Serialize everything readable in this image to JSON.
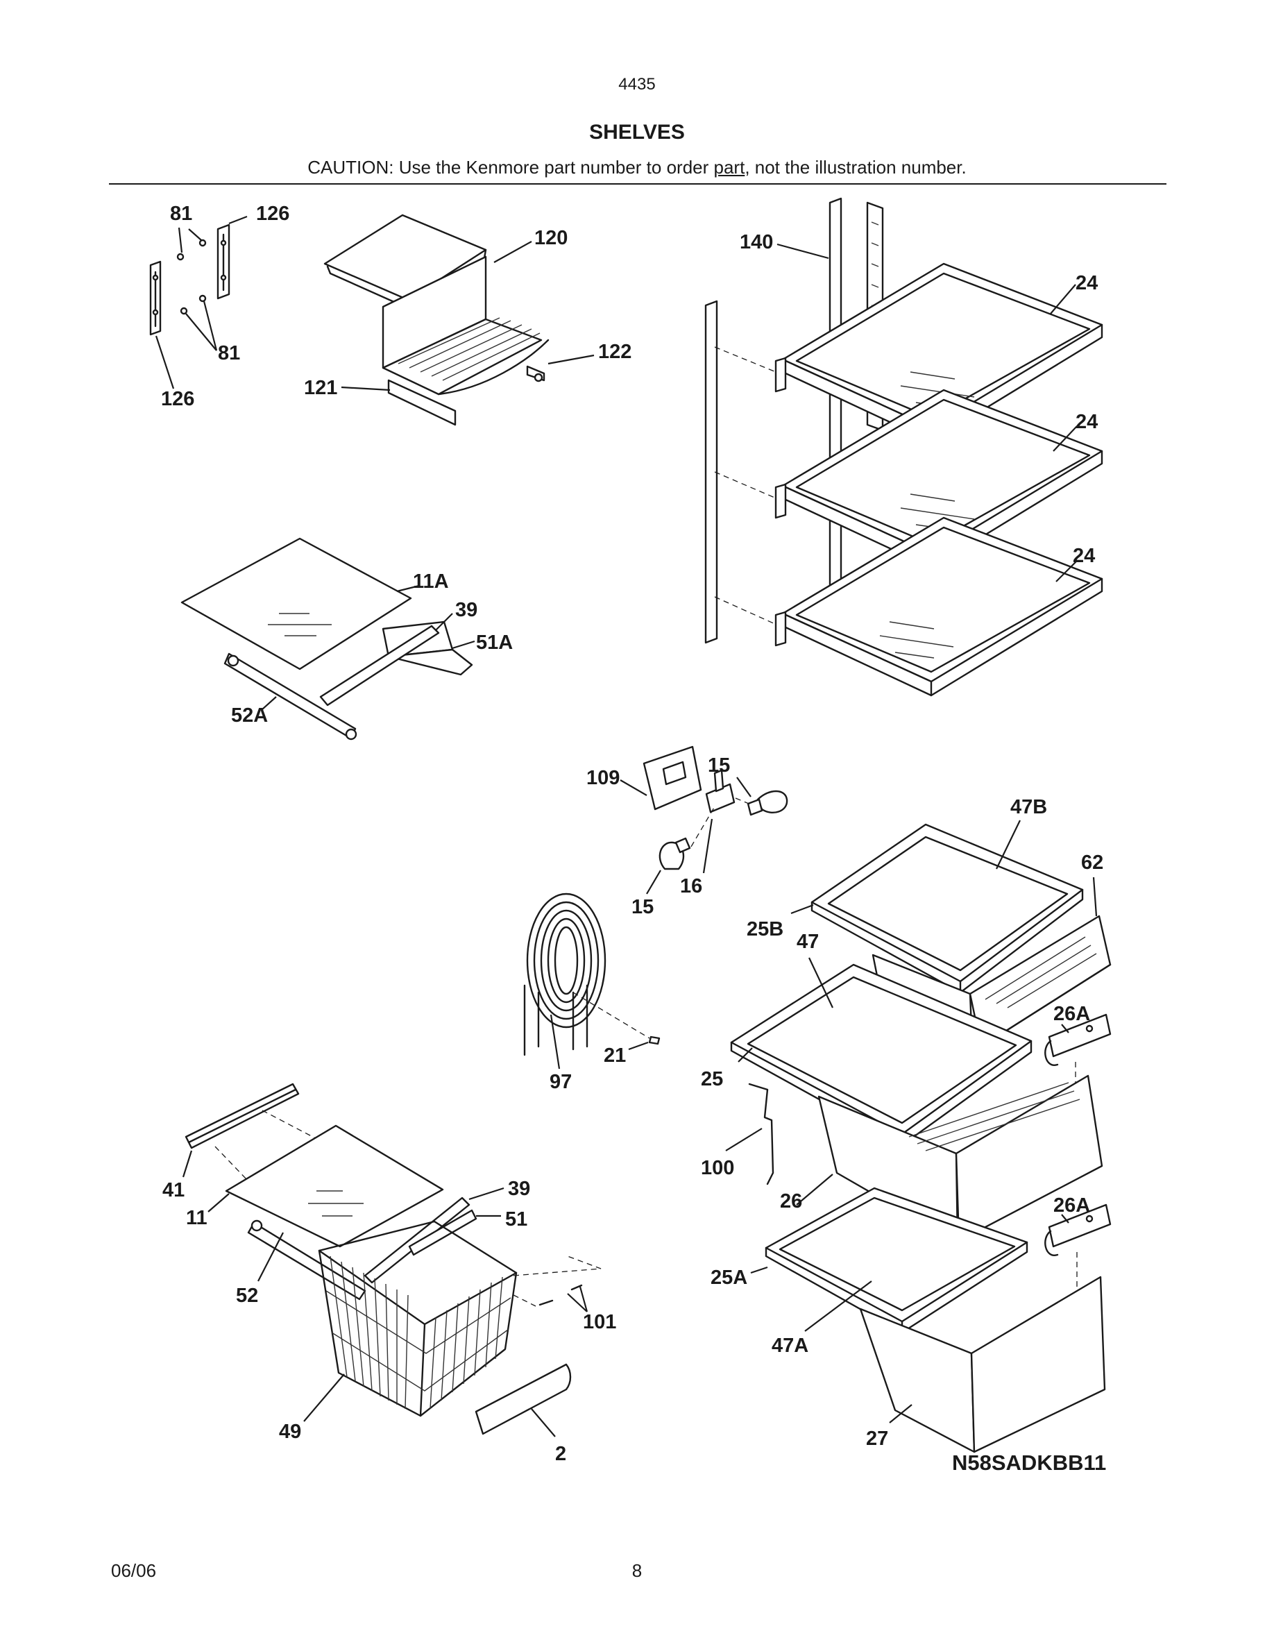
{
  "header": {
    "page_code": "4435",
    "title": "SHELVES",
    "caution_before": "CAUTION: Use the Kenmore part number to order ",
    "caution_underlined": "part",
    "caution_after": ", not the illustration number."
  },
  "callouts": {
    "c81a": "81",
    "c126a": "126",
    "c81b": "81",
    "c126b": "126",
    "c120": "120",
    "c122": "122",
    "c121": "121",
    "c140": "140",
    "c24a": "24",
    "c24b": "24",
    "c24c": "24",
    "c11A": "11A",
    "c39a": "39",
    "c51A": "51A",
    "c52A": "52A",
    "c109": "109",
    "c15a": "15",
    "c16": "16",
    "c15b": "15",
    "c47B": "47B",
    "c62": "62",
    "c25B": "25B",
    "c47": "47",
    "c26Aa": "26A",
    "c97": "97",
    "c21": "21",
    "c25": "25",
    "c100": "100",
    "c26": "26",
    "c26Ab": "26A",
    "c25A": "25A",
    "c47A": "47A",
    "c27": "27",
    "c41": "41",
    "c11": "11",
    "c39b": "39",
    "c51": "51",
    "c52": "52",
    "c101": "101",
    "c49": "49",
    "c2": "2"
  },
  "model_number": "N58SADKBB11",
  "footer": {
    "date": "06/06",
    "page": "8"
  }
}
